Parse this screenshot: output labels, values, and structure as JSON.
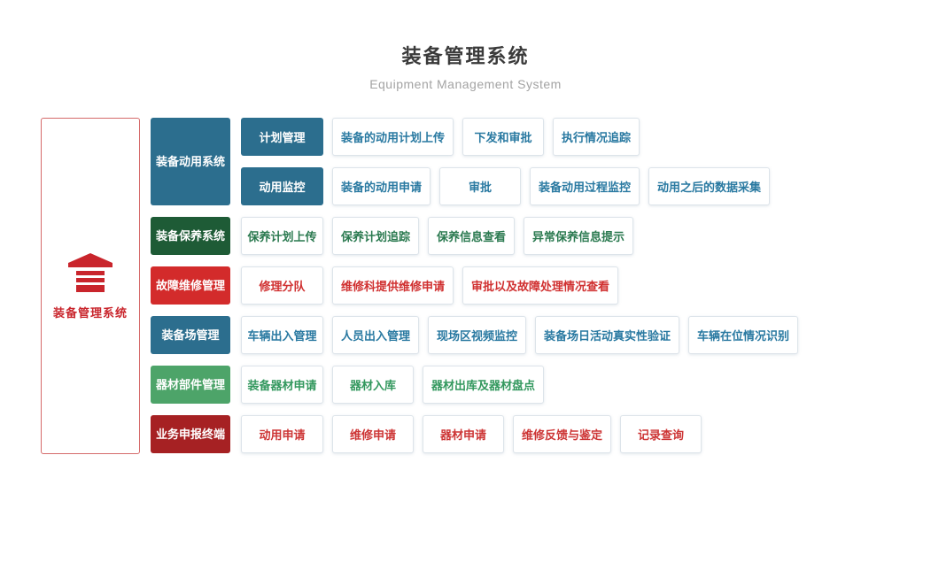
{
  "header": {
    "title": "装备管理系统",
    "subtitle": "Equipment Management System"
  },
  "root": {
    "label": "装备管理系统",
    "icon": "warehouse-icon",
    "color": "#c9252c"
  },
  "themes": {
    "blue": {
      "fill": "#2c6e8e",
      "text": "#2979a1"
    },
    "darkgreen": {
      "fill": "#1e5b36",
      "text": "#2b7a50"
    },
    "red": {
      "fill": "#d32b2b",
      "text": "#d03030"
    },
    "green": {
      "fill": "#4da469",
      "text": "#33985e"
    },
    "darkred": {
      "fill": "#a62123",
      "text": "#cd3535"
    }
  },
  "groups": [
    {
      "label": "装备动用系统",
      "theme": "blue",
      "rows": [
        {
          "lead": "计划管理",
          "items": [
            "装备的动用计划上传",
            "下发和审批",
            "执行情况追踪"
          ]
        },
        {
          "lead": "动用监控",
          "items": [
            "装备的动用申请",
            "审批",
            "装备动用过程监控",
            "动用之后的数据采集"
          ]
        }
      ]
    },
    {
      "label": "装备保养系统",
      "theme": "darkgreen",
      "rows": [
        {
          "items": [
            "保养计划上传",
            "保养计划追踪",
            "保养信息查看",
            "异常保养信息提示"
          ]
        }
      ]
    },
    {
      "label": "故障维修管理",
      "theme": "red",
      "rows": [
        {
          "items": [
            "修理分队",
            "维修科提供维修申请",
            "审批以及故障处理情况查看"
          ]
        }
      ]
    },
    {
      "label": "装备场管理",
      "theme": "blue",
      "rows": [
        {
          "items": [
            "车辆出入管理",
            "人员出入管理",
            "现场区视频监控",
            "装备场日活动真实性验证",
            "车辆在位情况识别"
          ]
        }
      ]
    },
    {
      "label": "器材部件管理",
      "theme": "green",
      "rows": [
        {
          "items": [
            "装备器材申请",
            "器材入库",
            "器材出库及器材盘点"
          ]
        }
      ]
    },
    {
      "label": "业务申报终端",
      "theme": "darkred",
      "rows": [
        {
          "items": [
            "动用申请",
            "维修申请",
            "器材申请",
            "维修反馈与鉴定",
            "记录查询"
          ]
        }
      ]
    }
  ]
}
